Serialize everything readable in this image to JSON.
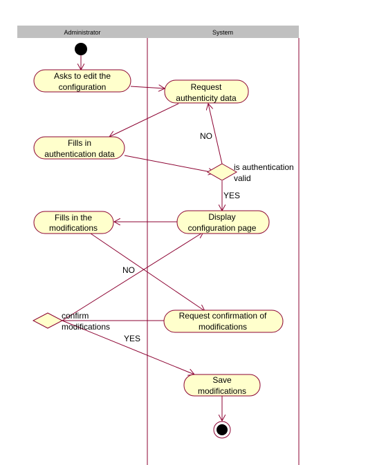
{
  "lanes": [
    {
      "name": "Administrator"
    },
    {
      "name": "System"
    }
  ],
  "nodes": {
    "edit_config": {
      "lines": [
        "Asks to edit the",
        "configuration"
      ]
    },
    "request_auth": {
      "lines": [
        "Request",
        "authenticity data"
      ]
    },
    "fills_auth": {
      "lines": [
        "Fills in",
        "authentication data"
      ]
    },
    "auth_decision": {
      "lines": [
        "is authentication",
        "valid"
      ]
    },
    "display_config": {
      "lines": [
        "Display",
        "configuration page"
      ]
    },
    "fills_mods": {
      "lines": [
        "Fills in the",
        "modifications"
      ]
    },
    "request_confirm": {
      "lines": [
        "Request confirmation of",
        "modifications"
      ]
    },
    "confirm_decision": {
      "lines": [
        "confirm",
        "modifications"
      ]
    },
    "save_mods": {
      "lines": [
        "Save",
        "modifications"
      ]
    }
  },
  "edge_labels": {
    "auth_no": "NO",
    "auth_yes": "YES",
    "confirm_no": "NO",
    "confirm_yes": "YES"
  }
}
